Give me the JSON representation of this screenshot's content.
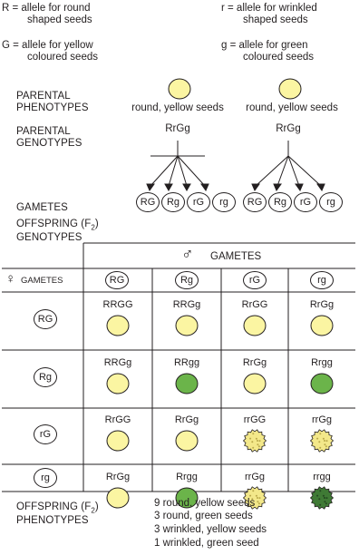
{
  "colors": {
    "yellow": "#fbf5a2",
    "green": "#6bb44a",
    "dark_green": "#3f7a35",
    "wrinkled_yellow": "#f3e88a",
    "line": "#231f20"
  },
  "key": {
    "R": "R = allele for round",
    "R2": "shaped seeds",
    "r": "r = allele for wrinkled",
    "r2": "shaped seeds",
    "G": "G = allele for yellow",
    "G2": "coloured seeds",
    "g": "g = allele for green",
    "g2": "coloured seeds"
  },
  "labels": {
    "parental_phenotypes_1": "PARENTAL",
    "parental_phenotypes_2": "PHENOTYPES",
    "parental_genotypes_1": "PARENTAL",
    "parental_genotypes_2": "GENOTYPES",
    "gametes": "GAMETES",
    "offspring_geno_1": "OFFSPRING (F",
    "offspring_geno_sub": "2",
    "offspring_geno_close": ")",
    "offspring_geno_2": "GENOTYPES",
    "offspring_pheno_1": "OFFSPRING (F",
    "offspring_pheno_sub": "2",
    "offspring_pheno_close": ")",
    "offspring_pheno_2": "PHENOTYPES"
  },
  "parents": [
    {
      "phenotype": "round, yellow seeds",
      "genotype": "RrGg",
      "gametes": [
        "RG",
        "Rg",
        "rG",
        "rg"
      ]
    },
    {
      "phenotype": "round, yellow seeds",
      "genotype": "RrGg",
      "gametes": [
        "RG",
        "Rg",
        "rG",
        "rg"
      ]
    }
  ],
  "punnett": {
    "male_symbol": "♂",
    "male_header": "GAMETES",
    "female_symbol": "♀",
    "female_header": "GAMETES",
    "columns": [
      "RG",
      "Rg",
      "rG",
      "rg"
    ],
    "rows": [
      {
        "gamete": "RG",
        "cells": [
          {
            "genotype": "RRGG",
            "seed": "round-yellow"
          },
          {
            "genotype": "RRGg",
            "seed": "round-yellow"
          },
          {
            "genotype": "RrGG",
            "seed": "round-yellow"
          },
          {
            "genotype": "RrGg",
            "seed": "round-yellow"
          }
        ]
      },
      {
        "gamete": "Rg",
        "cells": [
          {
            "genotype": "RRGg",
            "seed": "round-yellow"
          },
          {
            "genotype": "RRgg",
            "seed": "round-green"
          },
          {
            "genotype": "RrGg",
            "seed": "round-yellow"
          },
          {
            "genotype": "Rrgg",
            "seed": "round-green"
          }
        ]
      },
      {
        "gamete": "rG",
        "cells": [
          {
            "genotype": "RrGG",
            "seed": "round-yellow"
          },
          {
            "genotype": "RrGg",
            "seed": "round-yellow"
          },
          {
            "genotype": "rrGG",
            "seed": "wrinkled-yellow"
          },
          {
            "genotype": "rrGg",
            "seed": "wrinkled-yellow"
          }
        ]
      },
      {
        "gamete": "rg",
        "cells": [
          {
            "genotype": "RrGg",
            "seed": "round-yellow"
          },
          {
            "genotype": "Rrgg",
            "seed": "round-green"
          },
          {
            "genotype": "rrGg",
            "seed": "wrinkled-yellow"
          },
          {
            "genotype": "rrgg",
            "seed": "wrinkled-green"
          }
        ]
      }
    ]
  },
  "offspring_phenotypes": [
    "9 round, yellow seeds",
    "3 round, green seeds",
    "3 wrinkled, yellow seeds",
    "1 wrinkled, green seed"
  ]
}
